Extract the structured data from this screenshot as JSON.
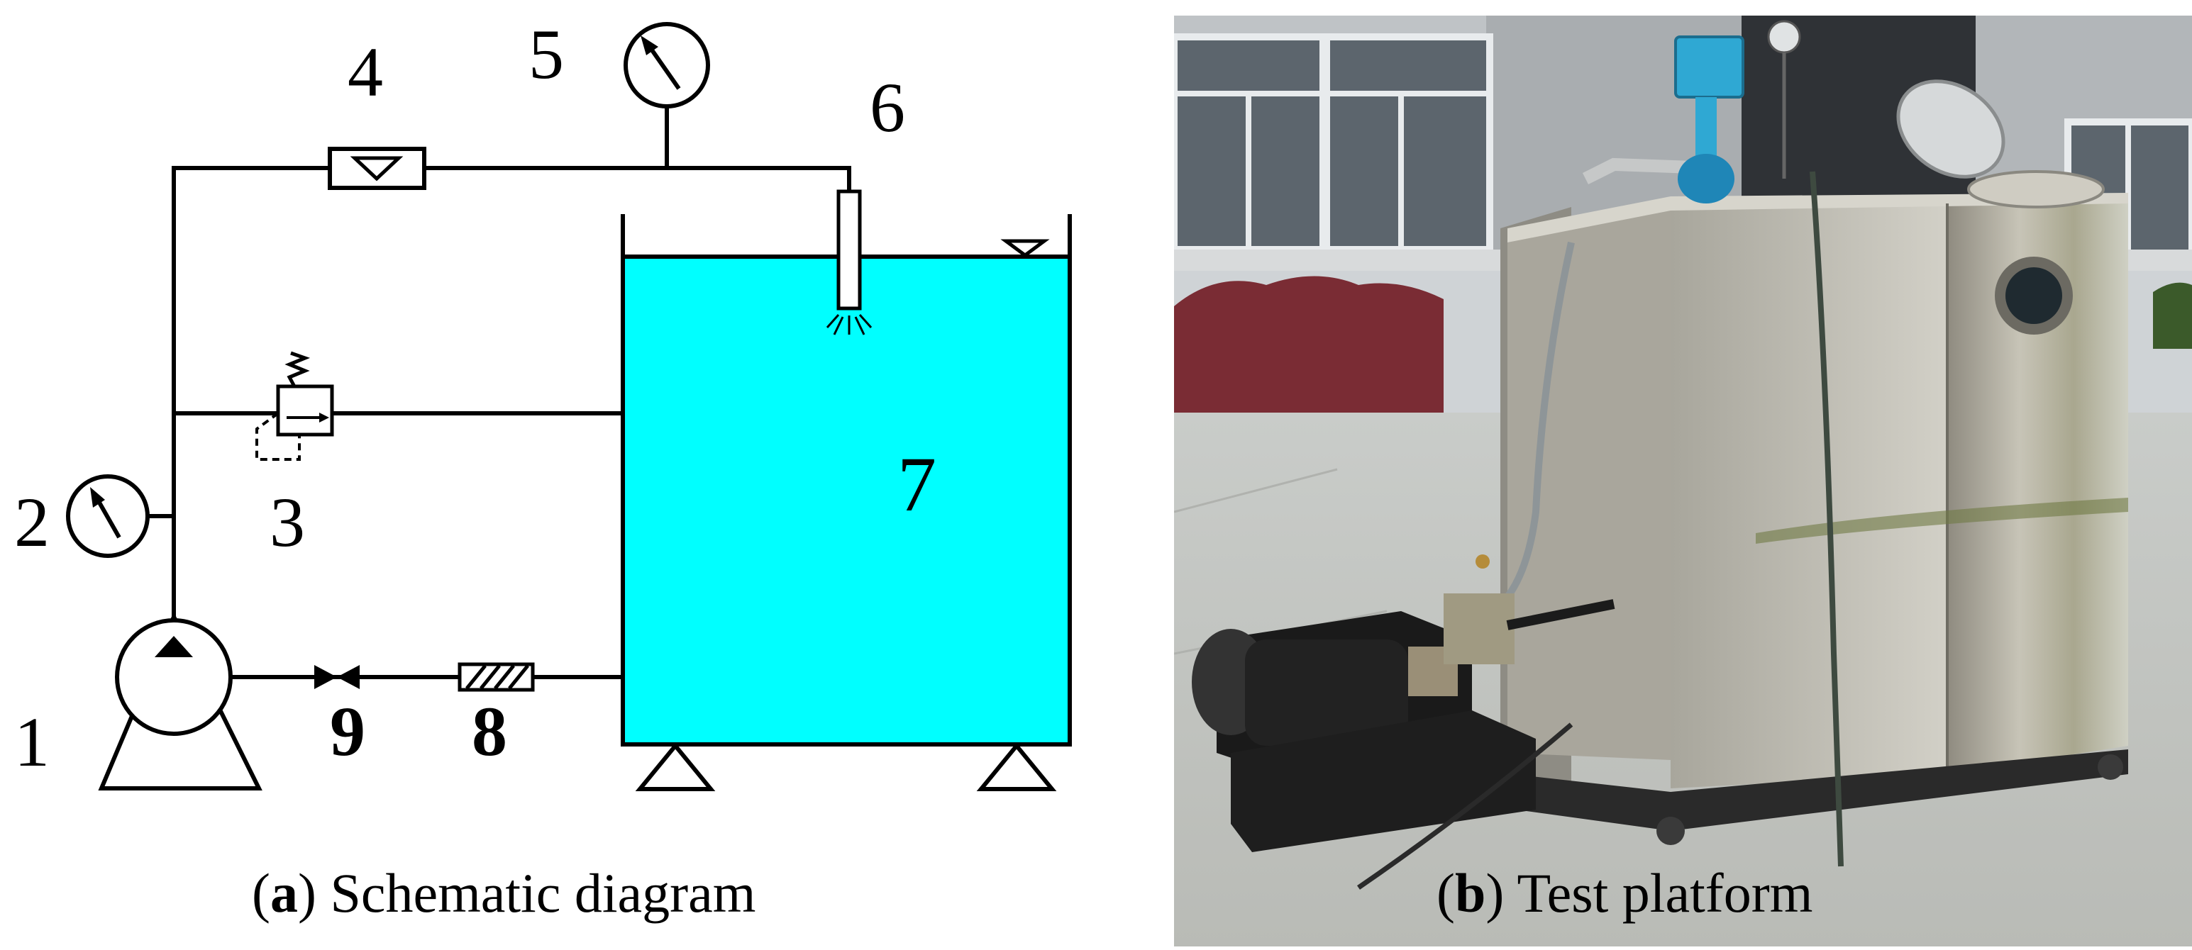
{
  "panel_a": {
    "caption_letter": "a",
    "caption_text": "Schematic diagram",
    "labels": {
      "n1": "1",
      "n2": "2",
      "n3": "3",
      "n4": "4",
      "n5": "5",
      "n6": "6",
      "n7": "7",
      "n8": "8",
      "n9": "9"
    },
    "colors": {
      "tank_water": "#00ffff",
      "line": "#000000"
    }
  },
  "panel_b": {
    "caption_letter": "b",
    "caption_text": "Test platform"
  }
}
